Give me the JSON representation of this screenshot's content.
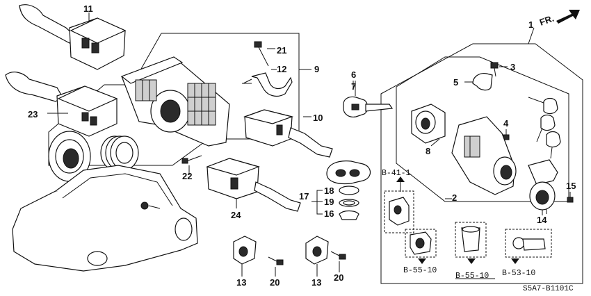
{
  "diagram": {
    "code": "S5A7-B1101C",
    "direction": "FR.",
    "callouts": {
      "c1": "1",
      "c2": "2",
      "c3": "3",
      "c4": "4",
      "c5": "5",
      "c6": "6",
      "c7": "7",
      "c8": "8",
      "c9": "9",
      "c10": "10",
      "c11": "11",
      "c12": "12",
      "c13a": "13",
      "c13b": "13",
      "c14": "14",
      "c15": "15",
      "c16": "16",
      "c17": "17",
      "c18": "18",
      "c19": "19",
      "c20a": "20",
      "c20b": "20",
      "c21": "21",
      "c22": "22",
      "c23": "23",
      "c24": "24"
    },
    "refs": {
      "r1": "B-41-1",
      "r2": "B-55-10",
      "r3": "B-55-10",
      "r4": "B-53-10"
    }
  },
  "icons": {
    "direction_arrow": "arrow-right-icon",
    "ref_arrow": "arrow-icon"
  }
}
